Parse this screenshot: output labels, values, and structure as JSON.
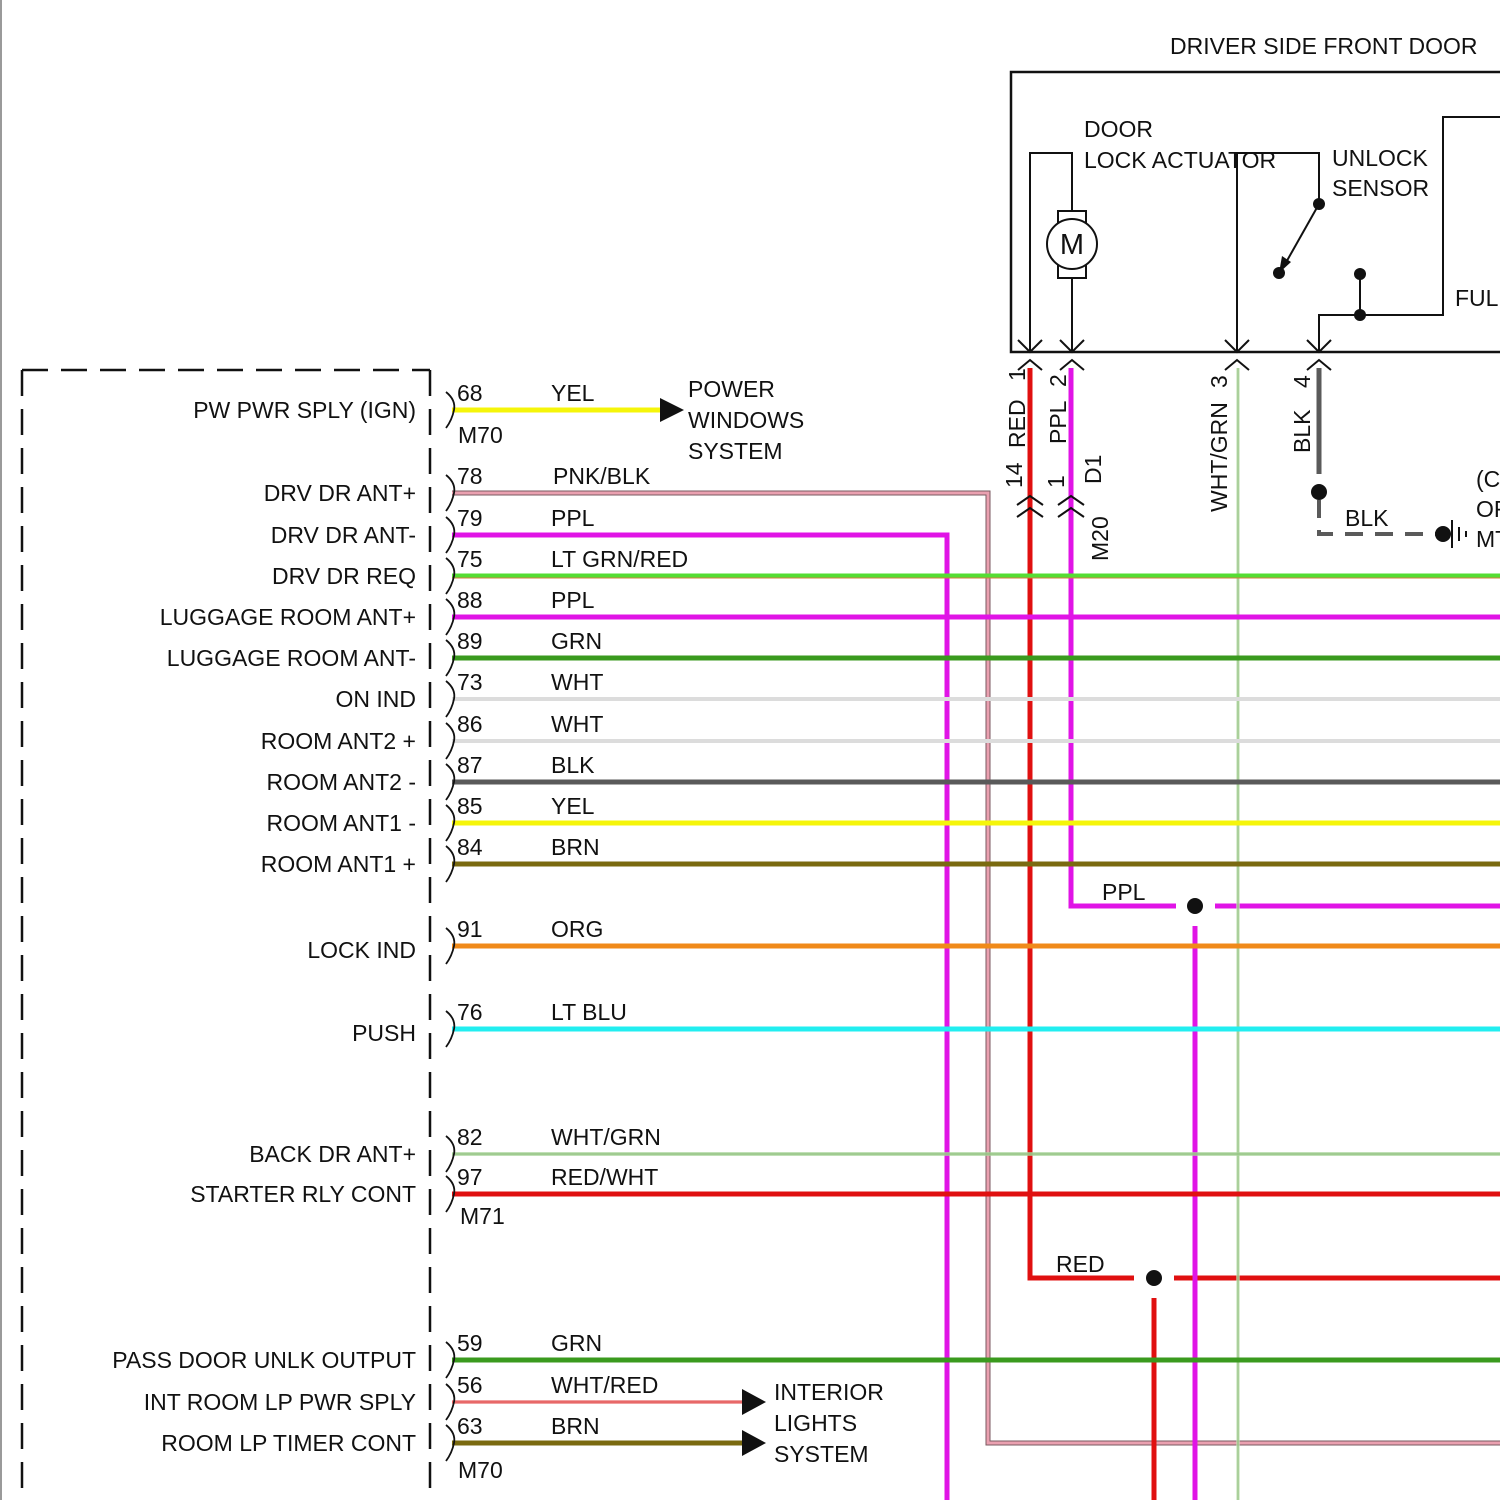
{
  "title": "DRIVER SIDE FRONT DOOR",
  "door": {
    "actuator_label": [
      "DOOR",
      "LOCK ACTUATOR"
    ],
    "motor_symbol": "M",
    "unlock_sensor_label": [
      "UNLOCK",
      "SENSOR"
    ],
    "full_label_partial": "FUL",
    "pins": [
      {
        "pin": "1",
        "color_name": "RED",
        "color": "#e01010"
      },
      {
        "pin": "2",
        "color_name": "PPL",
        "color": "#e014e6"
      },
      {
        "pin": "3",
        "color_name": "WHT/GRN",
        "color": "#8cc47a"
      },
      {
        "pin": "4",
        "color_name": "BLK",
        "color": "#5a5a5a"
      }
    ],
    "connector_d1": {
      "name": "D1",
      "pins": [
        "14",
        "1"
      ]
    },
    "connector_m20": "M20",
    "ground_wire_label": "BLK",
    "ground_note_partial": [
      "(C",
      "OF",
      "MT"
    ]
  },
  "module": {
    "connector_top": "M70",
    "connector_mid": "M71",
    "connector_bottom": "M70",
    "circuits": [
      {
        "function": "PW PWR SPLY (IGN)",
        "pin": "68",
        "wire": "YEL",
        "color": "#f5f50a"
      },
      {
        "function": "DRV DR ANT+",
        "pin": "78",
        "wire": "PNK/BLK",
        "color": "#eaa0b0"
      },
      {
        "function": "DRV DR ANT-",
        "pin": "79",
        "wire": "PPL",
        "color": "#e014e6"
      },
      {
        "function": "DRV DR REQ",
        "pin": "75",
        "wire": "LT GRN/RED",
        "color": "#55dd33"
      },
      {
        "function": "LUGGAGE ROOM ANT+",
        "pin": "88",
        "wire": "PPL",
        "color": "#e014e6"
      },
      {
        "function": "LUGGAGE ROOM ANT-",
        "pin": "89",
        "wire": "GRN",
        "color": "#3a9a1e"
      },
      {
        "function": "ON IND",
        "pin": "73",
        "wire": "WHT",
        "color": "#dcdcdc"
      },
      {
        "function": "ROOM ANT2 +",
        "pin": "86",
        "wire": "WHT",
        "color": "#dcdcdc"
      },
      {
        "function": "ROOM ANT2 -",
        "pin": "87",
        "wire": "BLK",
        "color": "#5a5a5a"
      },
      {
        "function": "ROOM ANT1 -",
        "pin": "85",
        "wire": "YEL",
        "color": "#f5f50a"
      },
      {
        "function": "ROOM ANT1 +",
        "pin": "84",
        "wire": "BRN",
        "color": "#7a6a10"
      },
      {
        "function": "LOCK IND",
        "pin": "91",
        "wire": "ORG",
        "color": "#f08a1a"
      },
      {
        "function": "PUSH",
        "pin": "76",
        "wire": "LT BLU",
        "color": "#22eef0"
      },
      {
        "function": "BACK DR ANT+",
        "pin": "82",
        "wire": "WHT/GRN",
        "color": "#a8d49a"
      },
      {
        "function": "STARTER RLY CONT",
        "pin": "97",
        "wire": "RED/WHT",
        "color": "#e01010"
      },
      {
        "function": "PASS DOOR UNLK OUTPUT",
        "pin": "59",
        "wire": "GRN",
        "color": "#3a9a1e"
      },
      {
        "function": "INT ROOM LP PWR SPLY",
        "pin": "56",
        "wire": "WHT/RED",
        "color": "#f0a0a0"
      },
      {
        "function": "ROOM LP TIMER CONT",
        "pin": "63",
        "wire": "BRN",
        "color": "#7a6a10"
      }
    ]
  },
  "destinations": {
    "power_windows": [
      "POWER",
      "WINDOWS",
      "SYSTEM"
    ],
    "interior_lights": [
      "INTERIOR",
      "LIGHTS",
      "SYSTEM"
    ]
  },
  "splices": {
    "ppl_label": "PPL",
    "red_label": "RED"
  }
}
